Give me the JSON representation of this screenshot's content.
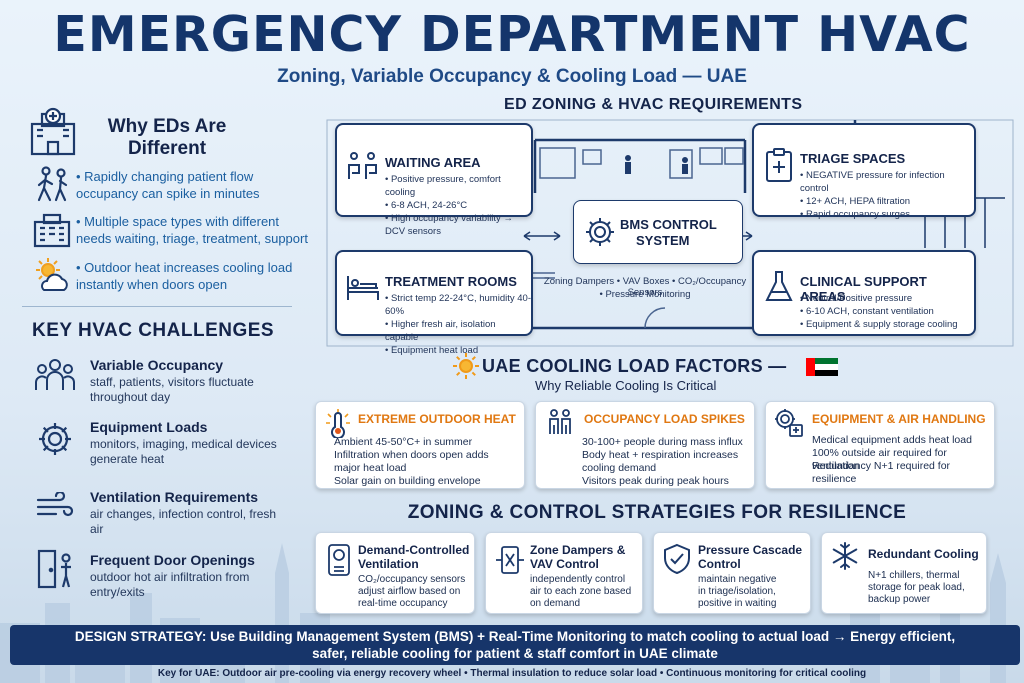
{
  "header": {
    "title": "EMERGENCY DEPARTMENT HVAC",
    "subtitle": "Zoning, Variable Occupancy & Cooling Load — UAE"
  },
  "why": {
    "title": "Why EDs Are Different",
    "items": [
      "• Rapidly changing patient flow occupancy can spike in minutes",
      "• Multiple space types with different needs waiting, triage, treatment, support",
      "• Outdoor heat increases cooling load instantly when doors open"
    ]
  },
  "challenges": {
    "title": "KEY HVAC CHALLENGES",
    "items": [
      {
        "title": "Variable Occupancy",
        "desc": "staff, patients, visitors fluctuate throughout day"
      },
      {
        "title": "Equipment Loads",
        "desc": "monitors, imaging, medical devices generate heat"
      },
      {
        "title": "Ventilation Requirements",
        "desc": "air changes, infection control, fresh air"
      },
      {
        "title": "Frequent Door Openings",
        "desc": "outdoor hot air infiltration from entry/exits"
      }
    ]
  },
  "zoning": {
    "title": "ED ZONING & HVAC REQUIREMENTS",
    "waiting": {
      "title": "WAITING AREA",
      "items": [
        "Positive pressure, comfort cooling",
        "6-8 ACH, 24-26°C",
        "High occupancy variability → DCV sensors"
      ]
    },
    "triage": {
      "title": "TRIAGE SPACES",
      "items": [
        "NEGATIVE pressure for infection control",
        "12+ ACH, HEPA filtration",
        "Rapid occupancy surges"
      ]
    },
    "treatment": {
      "title": "TREATMENT ROOMS",
      "items": [
        "Strict temp 22-24°C, humidity 40-60%",
        "Higher fresh air, isolation capable",
        "Equipment heat load"
      ]
    },
    "support": {
      "title": "CLINICAL SUPPORT AREAS",
      "items": [
        "Neutral/Positive pressure",
        "6-10 ACH, constant ventilation",
        "Equipment & supply storage cooling"
      ]
    },
    "bms": {
      "line1": "BMS CONTROL",
      "line2": "SYSTEM"
    },
    "bms_sub1": "Zoning Dampers • VAV Boxes • CO₂/Occupancy Sensors",
    "bms_sub2": "• Pressure Monitoring"
  },
  "uae": {
    "title": "UAE COOLING LOAD FACTORS —",
    "subtitle": "Why Reliable Cooling Is Critical",
    "flag_colors": [
      "#00732f",
      "#ffffff",
      "#000000",
      "#ff0000"
    ],
    "cards": [
      {
        "title": "EXTREME OUTDOOR HEAT",
        "lines": [
          "Ambient 45-50°C+ in summer",
          "Infiltration when doors open adds",
          "major heat load",
          "Solar gain on building envelope"
        ]
      },
      {
        "title": "OCCUPANCY LOAD SPIKES",
        "lines": [
          "30-100+ people during mass influx",
          "Body heat + respiration increases",
          "cooling demand",
          "Visitors peak during peak hours"
        ]
      },
      {
        "title": "EQUIPMENT & AIR HANDLING",
        "lines": [
          "Medical equipment adds heat load",
          "100% outside air required for ventilation",
          "Redundancy N+1 required for",
          "resilience"
        ]
      }
    ]
  },
  "strategies": {
    "title": "ZONING & CONTROL STRATEGIES FOR RESILIENCE",
    "cards": [
      {
        "title": [
          "Demand-Controlled",
          "Ventilation"
        ],
        "lines": [
          "CO₂/occupancy sensors",
          "adjust airflow based on",
          "real-time occupancy"
        ]
      },
      {
        "title": [
          "Zone Dampers &",
          "VAV Control"
        ],
        "lines": [
          "independently control",
          "air to each zone based",
          "on demand"
        ]
      },
      {
        "title": [
          "Pressure Cascade",
          "Control"
        ],
        "lines": [
          "maintain negative",
          "in triage/isolation,",
          "positive in waiting"
        ]
      },
      {
        "title": [
          "Redundant Cooling",
          ""
        ],
        "lines": [
          "N+1 chillers, thermal",
          "storage for peak load,",
          "backup power"
        ]
      }
    ]
  },
  "banner": {
    "line1": "DESIGN STRATEGY: Use Building Management System (BMS) + Real-Time Monitoring to match cooling to actual load → Energy efficient,",
    "line2": "safer, reliable cooling for patient & staff comfort in UAE climate"
  },
  "footer": {
    "key": "Key for UAE: Outdoor air pre-cooling via energy recovery wheel • Thermal insulation to reduce solar load • Continuous monitoring for critical cooling"
  }
}
